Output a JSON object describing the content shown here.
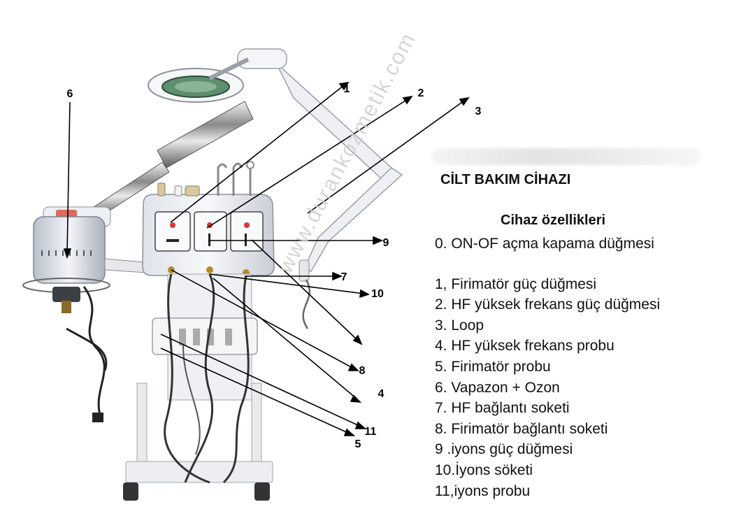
{
  "title": "CİLT BAKIM CİHAZI",
  "subtitle": "Cihaz özellikleri",
  "features": [
    "0. ON-OF açma kapama düğmesi",
    "1, Firimatör güç düğmesi",
    "2. HF yüksek frekans güç düğmesi",
    "3. Loop",
    "4. HF yüksek frekans probu",
    "5. Firimatör probu",
    "6. Vapazon + Ozon",
    "7. HF bağlantı soketi",
    "8. Firimatör bağlantı soketi",
    "9 .iyons güç düğmesi",
    "10.İyons söketi",
    "11,iyons probu"
  ],
  "watermark": "www.durankozmetik.com",
  "callouts": [
    "1",
    "2",
    "3",
    "4",
    "5",
    "6",
    "7",
    "8",
    "9",
    "10",
    "11"
  ]
}
